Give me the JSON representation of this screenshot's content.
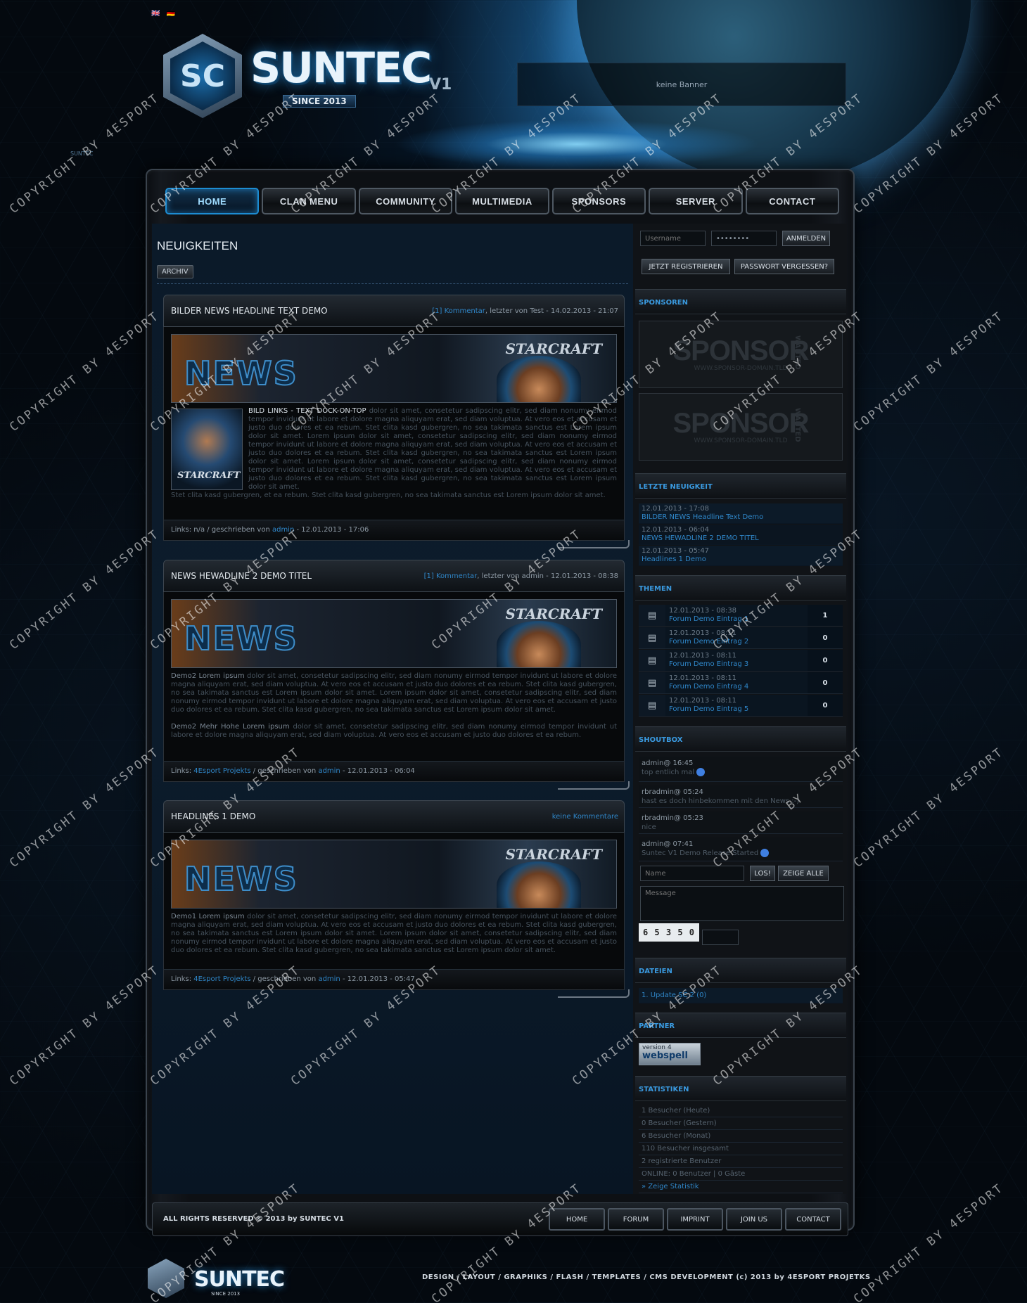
{
  "header": {
    "flags": "🇬🇧 🇩🇪",
    "logo": {
      "letters": "SC",
      "name": "SUNTEC",
      "version": "V1",
      "since": "SINCE 2013",
      "tag": "SUNTEC"
    },
    "banner_text": "keine Banner"
  },
  "nav": {
    "items": [
      {
        "label": "HOME",
        "active": true
      },
      {
        "label": "CLAN MENU"
      },
      {
        "label": "COMMUNITY"
      },
      {
        "label": "MULTIMEDIA"
      },
      {
        "label": "SPONSORS"
      },
      {
        "label": "SERVER"
      },
      {
        "label": "CONTACT"
      }
    ]
  },
  "main": {
    "title": "NEUIGKEITEN",
    "archive_button": "ARCHIV",
    "news": [
      {
        "title": "BILDER NEWS HEADLINE TEXT DEMO",
        "comments_link": "[1] Kommentar",
        "meta_rest": ", letzter von Test - 14.02.2013 - 21:07",
        "banner_word": "NEWS",
        "banner_game": "STARCRAFT",
        "thumb_label": "STARCRAFT",
        "lead": "BILD LINKS - TEXT DOCK-ON-TOP",
        "text": " dolor sit amet, consetetur sadipscing elitr, sed diam nonumy eirmod tempor invidunt ut labore et dolore magna aliquyam erat, sed diam voluptua. At vero eos et accusam et justo duo dolores et ea rebum. Stet clita kasd gubergren, no sea takimata sanctus est Lorem ipsum dolor sit amet. Lorem ipsum dolor sit amet, consetetur sadipscing elitr, sed diam nonumy eirmod tempor invidunt ut labore et dolore magna aliquyam erat, sed diam voluptua. At vero eos et accusam et justo duo dolores et ea rebum. Stet clita kasd gubergren, no sea takimata sanctus est Lorem ipsum dolor sit amet. Lorem ipsum dolor sit amet, consetetur sadipscing elitr, sed diam nonumy eirmod tempor invidunt ut labore et dolore magna aliquyam erat, sed diam voluptua. At vero eos et accusam et justo duo dolores et ea rebum. Stet clita kasd gubergren, no sea takimata sanctus est Lorem ipsum dolor sit amet.",
        "text2": "Stet clita kasd gubergren, et ea rebum. Stet clita kasd gubergren, no sea takimata sanctus est Lorem ipsum dolor sit amet.",
        "foot_links": "Links: n/a",
        "foot_written": " / geschrieben von ",
        "foot_author": "admin",
        "foot_date": " - 12.01.2013 - 17:06"
      },
      {
        "title": "NEWS HEWADLINE 2 DEMO TITEL",
        "comments_link": "[1] Kommentar",
        "meta_rest": ", letzter von admin - 12.01.2013 - 08:38",
        "banner_word": "NEWS",
        "banner_game": "STARCRAFT",
        "lead": "Demo2 Lorem ipsum",
        "text": " dolor sit amet, consetetur sadipscing elitr, sed diam nonumy eirmod tempor invidunt ut labore et dolore magna aliquyam erat, sed diam voluptua. At vero eos et accusam et justo duo dolores et ea rebum. Stet clita kasd gubergren, no sea takimata sanctus est Lorem ipsum dolor sit amet. Lorem ipsum dolor sit amet, consetetur sadipscing elitr, sed diam nonumy eirmod tempor invidunt ut labore et dolore magna aliquyam erat, sed diam voluptua. At vero eos et accusam et justo duo dolores et ea rebum. Stet clita kasd gubergren, no sea takimata sanctus est Lorem ipsum dolor sit amet.",
        "lead2": "Demo2 Mehr Hohe Lorem ipsum",
        "text2": " dolor sit amet, consetetur sadipscing elitr, sed diam nonumy eirmod tempor invidunt ut labore et dolore magna aliquyam erat, sed diam voluptua. At vero eos et accusam et justo duo dolores et ea rebum.",
        "foot_links_label": "Links: ",
        "foot_links_val": "4Esport Projekts",
        "foot_written": " / geschrieben von ",
        "foot_author": "admin",
        "foot_date": " - 12.01.2013 - 06:04"
      },
      {
        "title": "HEADLINES 1 DEMO",
        "comments_link": "keine Kommentare",
        "banner_word": "NEWS",
        "banner_game": "STARCRAFT",
        "lead": "Demo1 Lorem ipsum",
        "text": " dolor sit amet, consetetur sadipscing elitr, sed diam nonumy eirmod tempor invidunt ut labore et dolore magna aliquyam erat, sed diam voluptua. At vero eos et accusam et justo duo dolores et ea rebum. Stet clita kasd gubergren, no sea takimata sanctus est Lorem ipsum dolor sit amet. Lorem ipsum dolor sit amet, consetetur sadipscing elitr, sed diam nonumy eirmod tempor invidunt ut labore et dolore magna aliquyam erat, sed diam voluptua. At vero eos et accusam et justo duo dolores et ea rebum. Stet clita kasd gubergren, no sea takimata sanctus est Lorem ipsum dolor sit amet.",
        "foot_links_label": "Links: ",
        "foot_links_val": "4Esport Projekts",
        "foot_written": " / geschrieben von ",
        "foot_author": "admin",
        "foot_date": " - 12.01.2013 - 05:47"
      }
    ]
  },
  "sidebar": {
    "login": {
      "username_placeholder": "Username",
      "password_value": "••••••••",
      "login_button": "ANMELDEN",
      "register_button": "JETZT REGISTRIEREN",
      "forgot_button": "PASSWORT VERGESSEN?"
    },
    "sponsors": {
      "heading": "SPONSOREN",
      "word": "SPONSOR",
      "wanted": "WANTED",
      "domain": "WWW.SPONSOR-DOMAIN.TLD"
    },
    "latest_news": {
      "heading": "LETZTE NEUIGKEIT",
      "items": [
        {
          "date": "12.01.2013 - 17:08",
          "title": "BILDER NEWS Headline Text Demo"
        },
        {
          "date": "12.01.2013 - 06:04",
          "title": "NEWS HEWADLINE 2 DEMO TITEL"
        },
        {
          "date": "12.01.2013 - 05:47",
          "title": "Headlines 1 Demo"
        }
      ]
    },
    "topics": {
      "heading": "THEMEN",
      "items": [
        {
          "date": "12.01.2013 - 08:38",
          "title": "Forum Demo Eintrag 1",
          "count": "1"
        },
        {
          "date": "12.01.2013 - 08:11",
          "title": "Forum Demo Eintrag 2",
          "count": "0"
        },
        {
          "date": "12.01.2013 - 08:11",
          "title": "Forum Demo Eintrag 3",
          "count": "0"
        },
        {
          "date": "12.01.2013 - 08:11",
          "title": "Forum Demo Eintrag 4",
          "count": "0"
        },
        {
          "date": "12.01.2013 - 08:11",
          "title": "Forum Demo Eintrag 5",
          "count": "0"
        }
      ]
    },
    "shoutbox": {
      "heading": "SHOUTBOX",
      "items": [
        {
          "user": "admin@ 16:45",
          "msg": "top entlich mal"
        },
        {
          "user": "rbradmin@ 05:24",
          "msg": "hast es doch hinbekommen mit den News :-)"
        },
        {
          "user": "rbradmin@ 05:23",
          "msg": "nice"
        },
        {
          "user": "admin@ 07:41",
          "msg": "Suntec V1 Demo Release Started"
        }
      ],
      "name_placeholder": "Name",
      "send_button": "LOS!",
      "show_all_button": "ZEIGE ALLE",
      "message_placeholder": "Message",
      "captcha": "6 5 3 5 0"
    },
    "files": {
      "heading": "DATEIEN",
      "items": [
        {
          "label": "1. Update SC 2 (0)"
        }
      ]
    },
    "partner": {
      "heading": "PARTNER",
      "badge_top": "version 4",
      "badge_name": "webspell"
    },
    "stats": {
      "heading": "STATISTIKEN",
      "items": [
        "1 Besucher (Heute)",
        "0 Besucher (Gestern)",
        "6 Besucher (Monat)",
        "110 Besucher insgesamt",
        "2 registrierte Benutzer",
        "ONLINE: 0 Benutzer | 0 Gäste",
        "» Zeige Statistik"
      ]
    }
  },
  "footer": {
    "copyright": "ALL RIGHTS RESERVED © 2013 by SUNTEC V1",
    "nav": [
      "HOME",
      "FORUM",
      "IMPRINT",
      "JOIN US",
      "CONTACT"
    ],
    "logo_name": "SUNTEC",
    "logo_since": "SINCE 2013",
    "credits": "DESIGN / LAYOUT / GRAPHIKS / FLASH / TEMPLATES / CMS DEVELOPMENT (c) 2013 by 4ESPORT PROJETKS"
  },
  "watermark": "COPYRIGHT BY 4ESPORT"
}
